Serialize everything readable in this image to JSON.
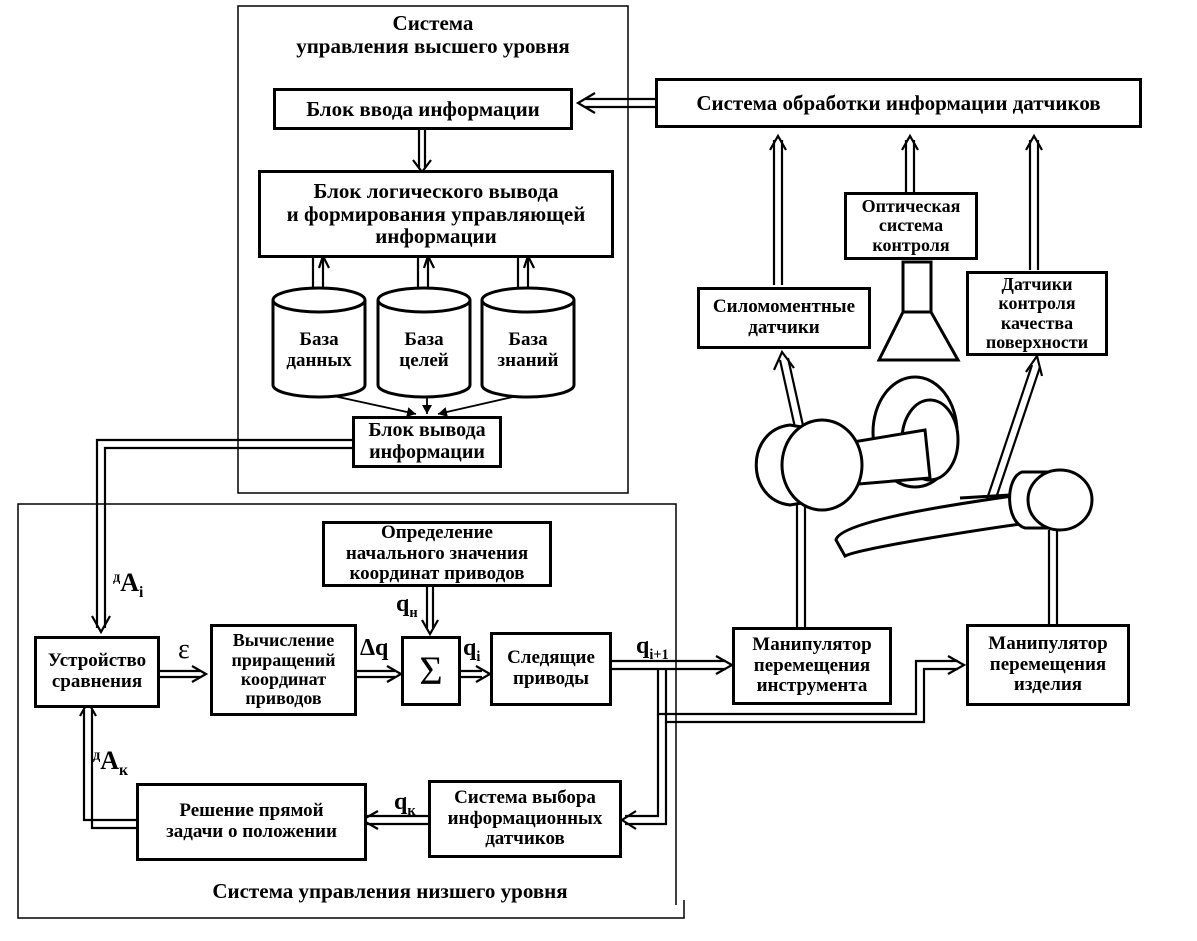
{
  "upper_system": {
    "title": "Система\nуправления высшего уровня",
    "input_block": "Блок ввода информации",
    "logic_block": "Блок логического вывода\nи формирования управляющей\nинформации",
    "databases": [
      "База\nданных",
      "База\nцелей",
      "База\nзнаний"
    ],
    "output_block": "Блок вывода\nинформации"
  },
  "sensors": {
    "processing_system": "Система обработки информации датчиков",
    "force_sensors": "Силомоментные\nдатчики",
    "optical_system": "Оптическая\nсистема\nконтроля",
    "surface_sensors": "Датчики\nконтроля\nкачества\nповерхности"
  },
  "lower_system": {
    "title": "Система управления низшего уровня",
    "initial_values": "Определение\nначального значения\nкоординат приводов",
    "comparator": "Устройство\nсравнения",
    "increments": "Вычисление\nприращений\nкоординат\nприводов",
    "sum_symbol": "Σ",
    "servo_drives": "Следящие\nприводы",
    "direct_problem": "Решение прямой\nзадачи о положении",
    "sensor_selection": "Система выбора\nинформационных\nдатчиков"
  },
  "manipulators": {
    "tool": "Манипулятор\nперемещения\nинструмента",
    "workpiece": "Манипулятор\nперемещения\nизделия"
  },
  "signals": {
    "a_i": {
      "pre": "д",
      "main": "A",
      "sub": "i"
    },
    "a_k": {
      "pre": "д",
      "main": "A",
      "sub": "к"
    },
    "epsilon": "ε",
    "delta_q": "Δq",
    "q_n": {
      "main": "q",
      "sub": "н"
    },
    "q_i": {
      "main": "q",
      "sub": "i"
    },
    "q_i1": {
      "main": "q",
      "sub": "i+1"
    },
    "q_k": {
      "main": "q",
      "sub": "к"
    }
  }
}
